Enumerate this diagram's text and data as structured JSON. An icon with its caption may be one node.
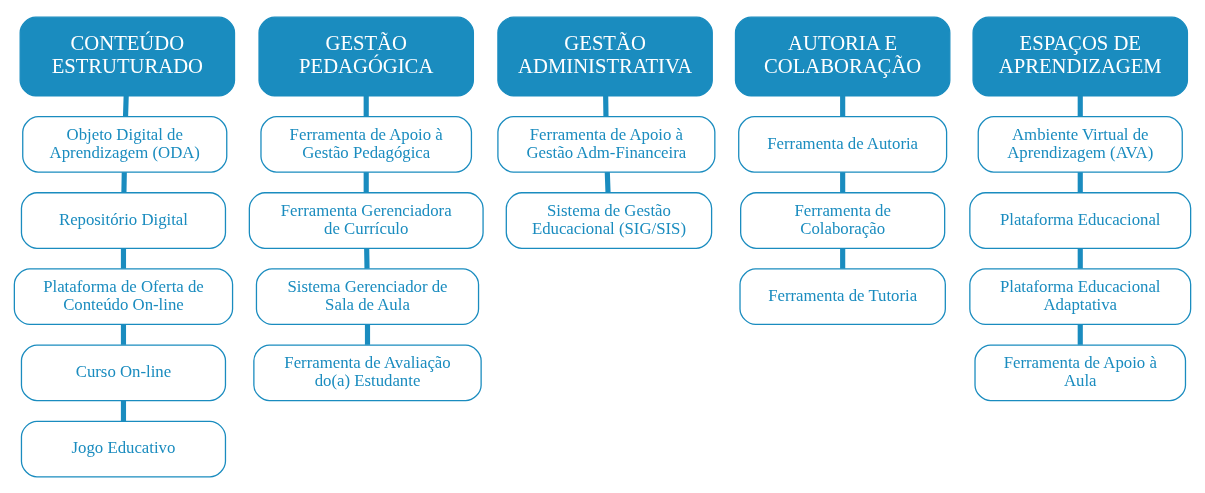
{
  "diagram": {
    "nodes": [
      {
        "text": [
          "CONTEÚDO ESTRUTURADO"
        ]
      },
      {
        "text": [
          "Objeto Digital de Aprendizagem (ODA)"
        ]
      },
      {
        "text": [
          "Repositório Digital"
        ]
      },
      {
        "text": [
          "Plataforma de Oferta de Conteúdo On-line"
        ]
      },
      {
        "text": [
          "Curso On-line"
        ]
      },
      {
        "text": [
          "Jogo Educativo"
        ]
      },
      {
        "text": [
          "GESTÃO PEDAGÓGICA"
        ]
      },
      {
        "text": [
          "Ferramenta de Apoio à Gestão Pedagógica"
        ]
      },
      {
        "text": [
          "Ferramenta Gerenciadora de Currículo"
        ]
      },
      {
        "text": [
          "Sistema Gerenciador de Sala de Aula"
        ]
      },
      {
        "text": [
          "Ferramenta de Avaliação do(a) Estudante"
        ]
      },
      {
        "text": [
          "GESTÃO ADMINISTRATIVA"
        ]
      },
      {
        "text": [
          "Ferramenta de Apoio à Gestão Adm-Financeira"
        ]
      },
      {
        "text": [
          "Sistema de Gestão Educacional (SIG/SIS)"
        ]
      },
      {
        "text": [
          "AUTORIA E COLABORAÇÃO"
        ]
      },
      {
        "text": [
          "Ferramenta de Autoria"
        ]
      },
      {
        "text": [
          "Ferramenta de Colaboração"
        ]
      },
      {
        "text": [
          "Ferramenta de Tutoria"
        ]
      },
      {
        "text": [
          "ESPAÇOS DE APRENDIZAGEM"
        ]
      },
      {
        "text": [
          "Ambiente Virtual de Aprendizagem (AVA)"
        ]
      },
      {
        "text": [
          "Plataforma Educacional"
        ]
      },
      {
        "text": [
          "Plataforma Educacional Adaptativa"
        ]
      },
      {
        "text": [
          "Ferramenta de Apoio à Aula"
        ]
      }
    ],
    "edges": [
      {
        "from": 0,
        "to": 1,
        "arrow": "none"
      },
      {
        "from": 1,
        "to": 2,
        "arrow": "none"
      },
      {
        "from": 2,
        "to": 3,
        "arrow": "none"
      },
      {
        "from": 3,
        "to": 4,
        "arrow": "none"
      },
      {
        "from": 4,
        "to": 5,
        "arrow": "none"
      },
      {
        "from": 6,
        "to": 7,
        "arrow": "none"
      },
      {
        "from": 7,
        "to": 8,
        "arrow": "none"
      },
      {
        "from": 8,
        "to": 9,
        "arrow": "none"
      },
      {
        "from": 9,
        "to": 10,
        "arrow": "none"
      },
      {
        "from": 11,
        "to": 12,
        "arrow": "none"
      },
      {
        "from": 12,
        "to": 13,
        "arrow": "none"
      },
      {
        "from": 14,
        "to": 15,
        "arrow": "none"
      },
      {
        "from": 15,
        "to": 16,
        "arrow": "none"
      },
      {
        "from": 16,
        "to": 17,
        "arrow": "none"
      },
      {
        "from": 18,
        "to": 19,
        "arrow": "none"
      },
      {
        "from": 19,
        "to": 20,
        "arrow": "none"
      },
      {
        "from": 20,
        "to": 21,
        "arrow": "none"
      },
      {
        "from": 21,
        "to": 22,
        "arrow": "none"
      }
    ]
  }
}
